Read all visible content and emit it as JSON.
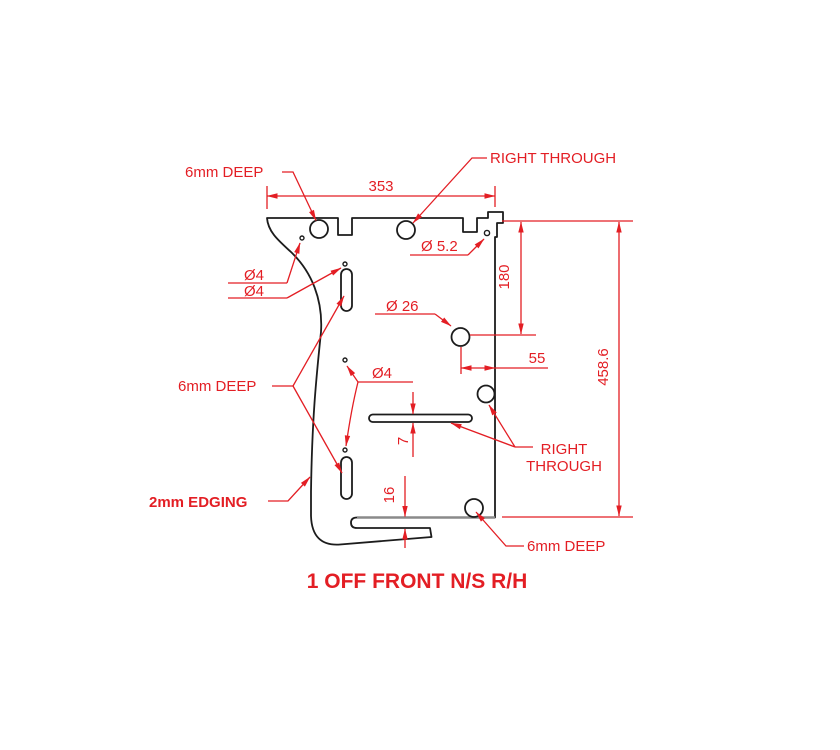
{
  "drawing": {
    "title": "1 OFF FRONT N/S R/H",
    "colors": {
      "annotation_red": "#e31e24",
      "outline_black": "#1c1c1c",
      "bottom_edge_gray": "#8a8a8a",
      "background": "#ffffff"
    },
    "dimensions": {
      "top_width": "353",
      "height_to_hole_center": "180",
      "hole_edge_offset": "55",
      "overall_height": "458.6",
      "mid_slot_height": "7",
      "bottom_gap": "16"
    },
    "annotations": {
      "deep_top": "6mm DEEP",
      "right_through_top": "RIGHT THROUGH",
      "dia_5_2": "Ø 5.2",
      "dia_4_a": "Ø4",
      "dia_4_b": "Ø4",
      "dia_26": "Ø 26",
      "deep_mid": "6mm DEEP",
      "dia_4_c": "Ø4",
      "right_through_mid_1": "RIGHT",
      "right_through_mid_2": "THROUGH",
      "edging": "2mm EDGING",
      "deep_bottom": "6mm DEEP"
    }
  }
}
